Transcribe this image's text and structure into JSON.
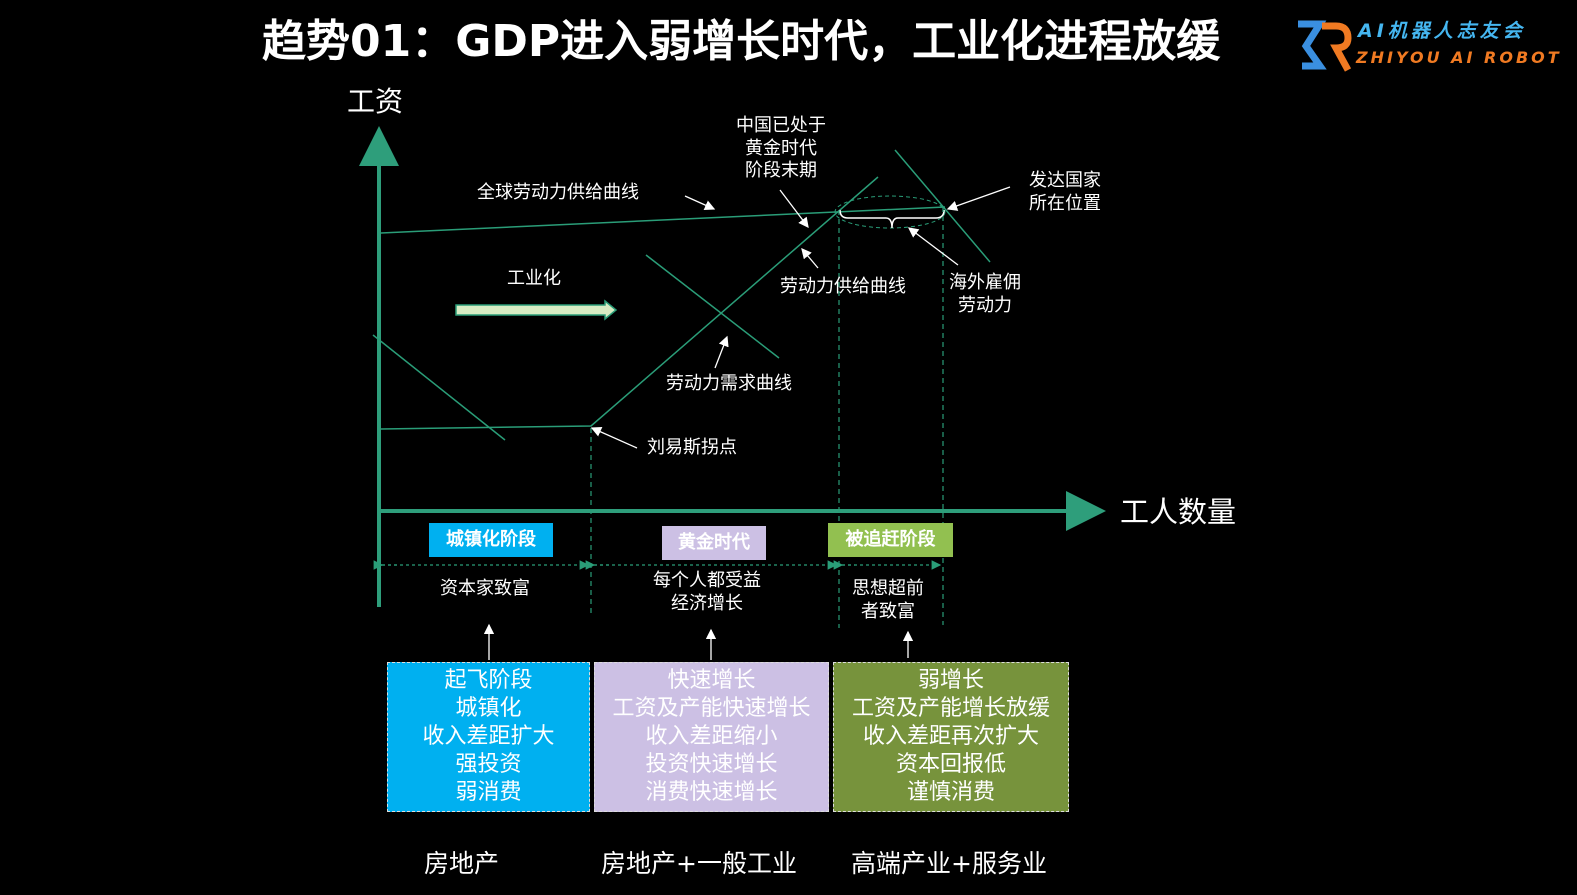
{
  "title": "趋势01：GDP进入弱增长时代，工业化进程放缓",
  "logo": {
    "cn": "AI机器人志友会",
    "en": "ZHIYOU AI ROBOT"
  },
  "axes": {
    "y": "工资",
    "x": "工人数量"
  },
  "annotations": {
    "global_supply": "全球劳动力供给曲线",
    "golden_end": [
      "中国已处于",
      "黄金时代",
      "阶段末期"
    ],
    "developed": [
      "发达国家",
      "所在位置"
    ],
    "industrialization": "工业化",
    "labor_supply": "劳动力供给曲线",
    "overseas": [
      "海外雇佣",
      "劳动力"
    ],
    "labor_demand": "劳动力需求曲线",
    "lewis": "刘易斯拐点"
  },
  "stages": [
    {
      "tag": "城镇化阶段",
      "desc": [
        "资本家致富"
      ],
      "color": "#00b0f0",
      "box": [
        "起飞阶段",
        "城镇化",
        "收入差距扩大",
        "强投资",
        "弱消费"
      ],
      "box_color": "#00b0f0",
      "industry": "房地产"
    },
    {
      "tag": "黄金时代",
      "desc": [
        "每个人都受益",
        "经济增长"
      ],
      "color": "#ccc0e4",
      "box": [
        "快速增长",
        "工资及产能快速增长",
        "收入差距缩小",
        "投资快速增长",
        "消费快速增长"
      ],
      "box_color": "#ccc0e4",
      "industry": "房地产+一般工业"
    },
    {
      "tag": "被追赶阶段",
      "desc": [
        "思想超前",
        "者致富"
      ],
      "color": "#92c050",
      "box": [
        "弱增长",
        "工资及产能增长放缓",
        "收入差距再次扩大",
        "资本回报低",
        "谨慎消费"
      ],
      "box_color": "#77933c",
      "industry": "高端产业+服务业"
    }
  ],
  "colors": {
    "line": "#2a9d78",
    "axis": "#2e9e7b"
  }
}
